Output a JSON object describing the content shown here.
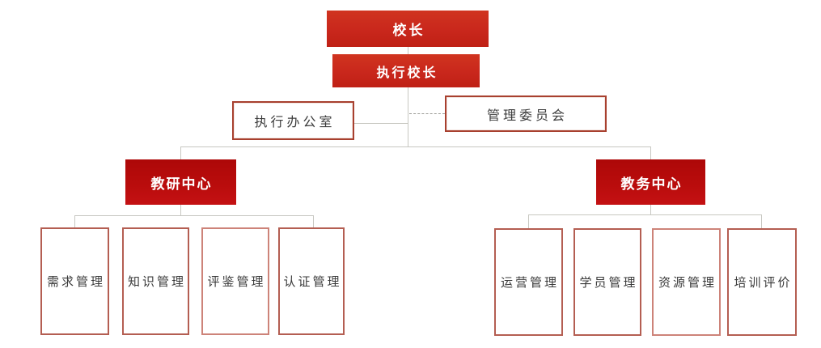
{
  "diagram": {
    "type": "org-chart",
    "colors": {
      "top_box_red": "#c9271c",
      "center_box_red": "#b90c0c",
      "outline_box_border": "#a8402f",
      "leaf_box_border": "#b45e52",
      "connector_gray": "#c7c7c1",
      "dashed_connector_gray": "#9c9c96",
      "dark_text": "#3b3b3b",
      "light_text": "#ffffff"
    },
    "nodes": {
      "principal": {
        "label": "校长"
      },
      "executive_principal": {
        "label": "执行校长"
      },
      "executive_office": {
        "label": "执行办公室"
      },
      "management_committee": {
        "label": "管理委员会"
      },
      "teaching_research_center": {
        "label": "教研中心"
      },
      "academic_affairs_center": {
        "label": "教务中心"
      },
      "teaching_research_children": [
        {
          "label": "需求管理"
        },
        {
          "label": "知识管理"
        },
        {
          "label": "评鉴管理"
        },
        {
          "label": "认证管理"
        }
      ],
      "academic_affairs_children": [
        {
          "label": "运营管理"
        },
        {
          "label": "学员管理"
        },
        {
          "label": "资源管理"
        },
        {
          "label": "培训评价"
        }
      ]
    }
  }
}
